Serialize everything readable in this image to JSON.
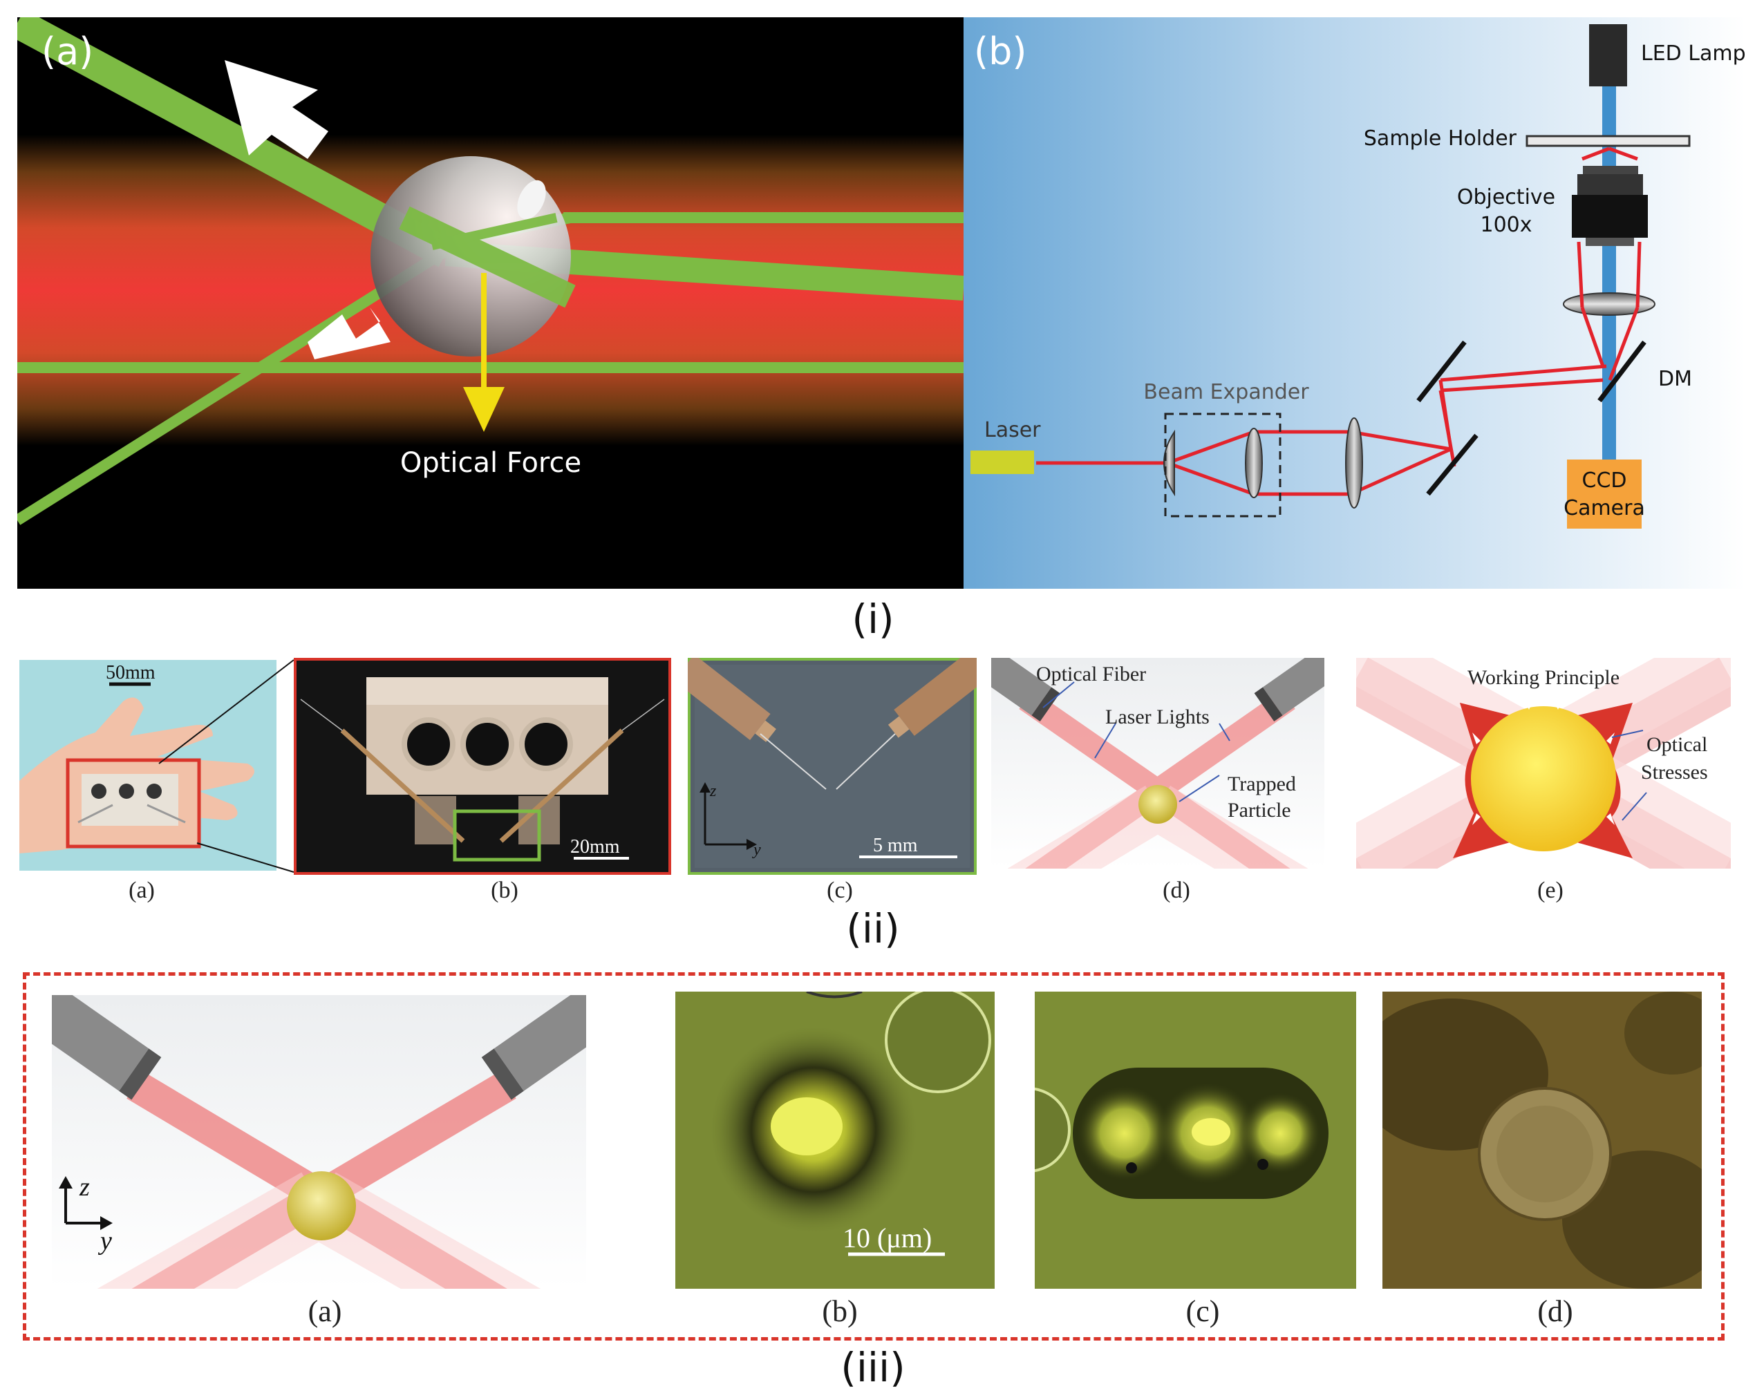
{
  "section_i": {
    "label": "(i)",
    "panel_a": {
      "label": "(a)",
      "force_label": "Optical Force"
    },
    "panel_b": {
      "label": "(b)",
      "led_lamp": "LED Lamp",
      "sample_holder": "Sample Holder",
      "objective_l1": "Objective",
      "objective_l2": "100x",
      "laser": "Laser",
      "beam_expander": "Beam Expander",
      "dm": "DM",
      "ccd_l1": "CCD",
      "ccd_l2": "Camera"
    }
  },
  "section_ii": {
    "label": "(ii)",
    "a": {
      "caption": "(a)",
      "scale": "50mm"
    },
    "b": {
      "caption": "(b)",
      "scale": "20mm"
    },
    "c": {
      "caption": "(c)",
      "scale": "5 mm",
      "axis_z": "z",
      "axis_y": "y"
    },
    "d": {
      "caption": "(d)",
      "optical_fiber": "Optical Fiber",
      "laser_lights": "Laser Lights",
      "trapped_l1": "Trapped",
      "trapped_l2": "Particle"
    },
    "e": {
      "caption": "(e)",
      "working_principle": "Working Principle",
      "stresses_l1": "Optical",
      "stresses_l2": "Stresses"
    }
  },
  "section_iii": {
    "label": "(iii)",
    "a": {
      "caption": "(a)",
      "axis_z": "z",
      "axis_y": "y"
    },
    "b": {
      "caption": "(b)",
      "scale": "10 (μm)"
    },
    "c": {
      "caption": "(c)"
    },
    "d": {
      "caption": "(d)"
    }
  },
  "colors": {
    "beam_green": "#7dbb44",
    "laser_red": "#e8202a",
    "force_yellow": "#f2dd12",
    "frame_red": "#d9352b",
    "frame_green": "#7dbb44",
    "ccd_orange": "#f5a23a"
  }
}
